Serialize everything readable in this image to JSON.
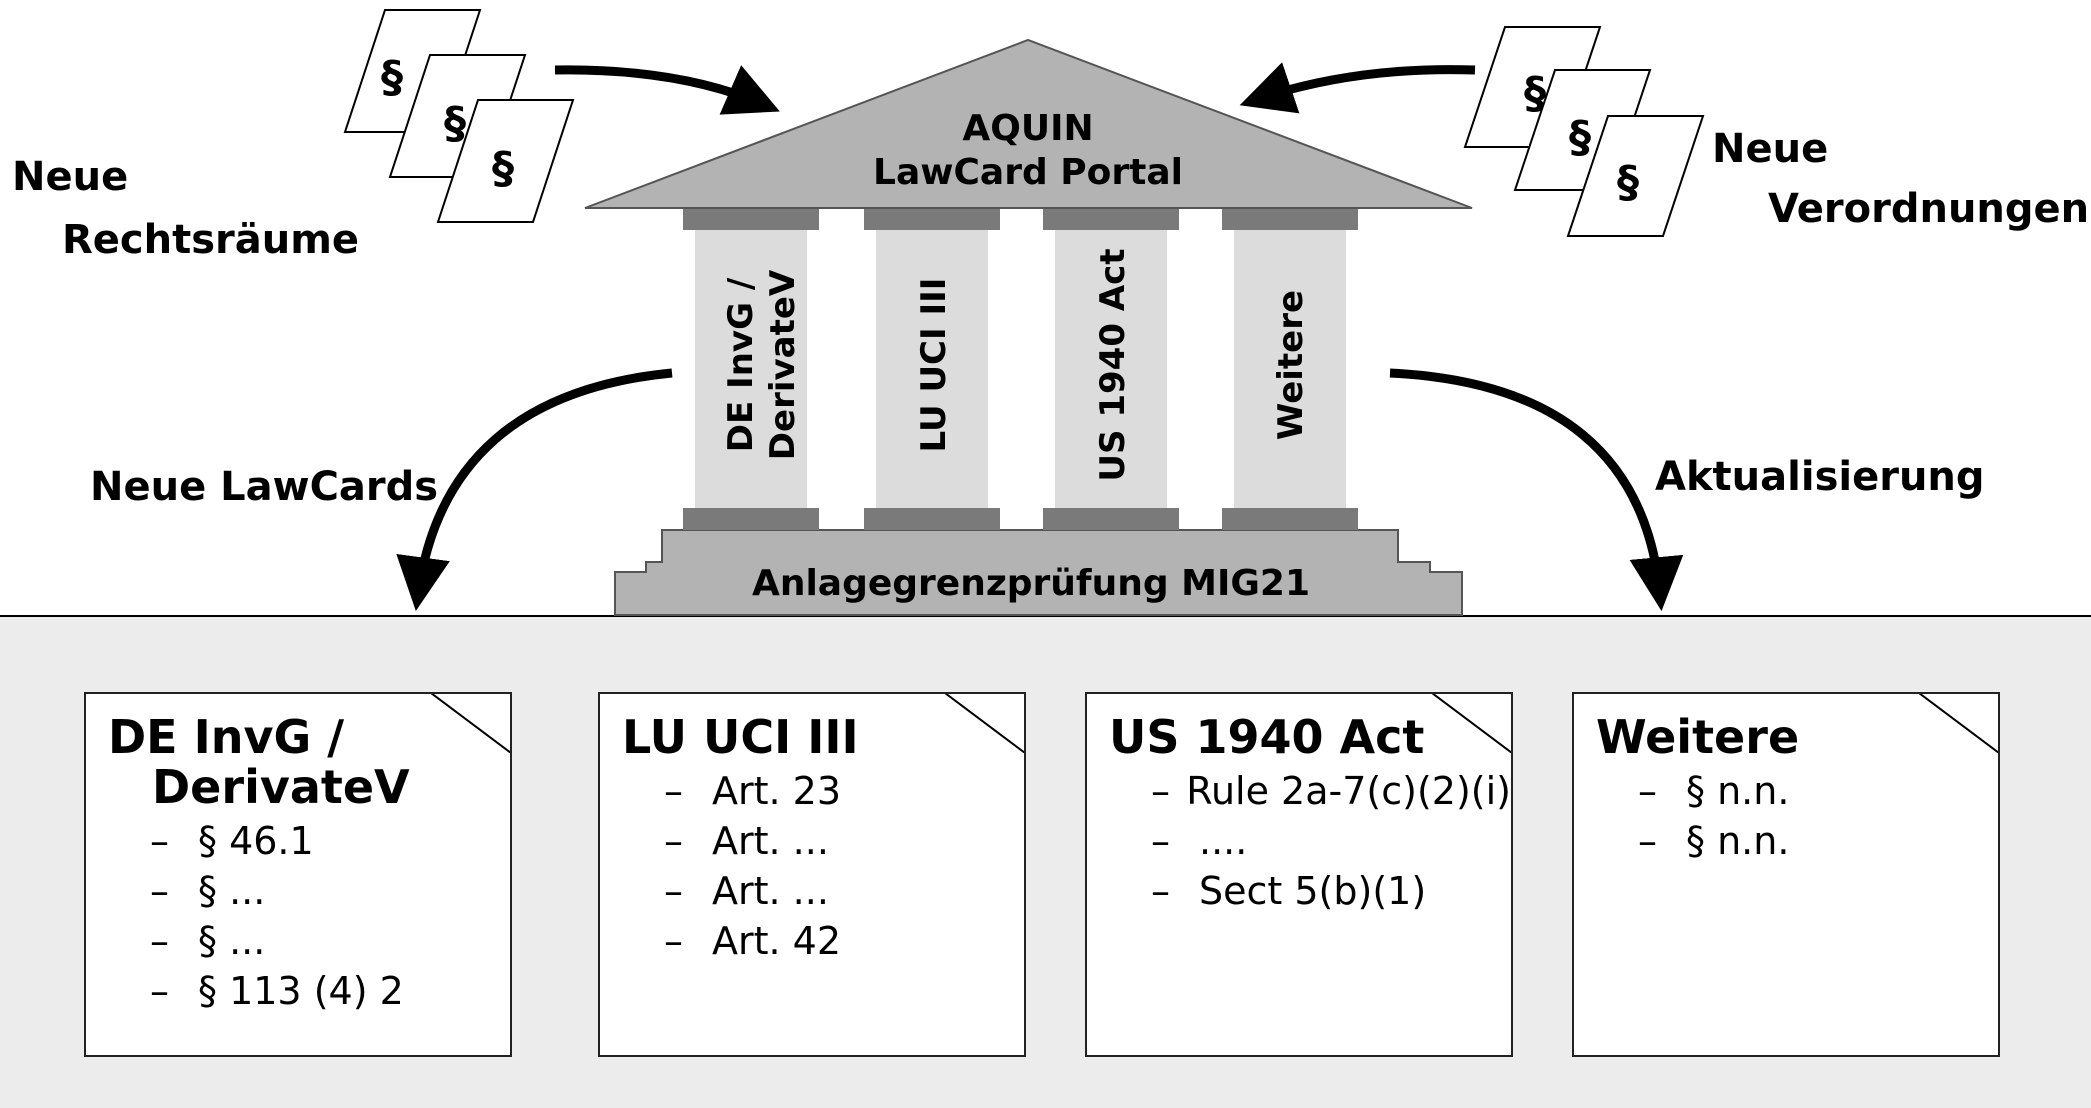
{
  "diagram": {
    "portal": {
      "line1": "AQUIN",
      "line2": "LawCard Portal"
    },
    "columns": [
      "DE InvG / DerivateV",
      "LU UCI III",
      "US 1940 Act",
      "Weitere"
    ],
    "base_label": "Anlagegrenzprüfung MIG21",
    "paragraph_symbol": "§",
    "left_inputs": {
      "line1": "Neue",
      "line2": "Rechtsräume"
    },
    "right_inputs": {
      "line1": "Neue",
      "line2": "Verordnungen"
    },
    "left_output": "Neue LawCards",
    "right_output": "Aktualisierung",
    "colors": {
      "roof": "#b3b3b3",
      "column": "#dcdcdc",
      "capital": "#7a7a7a",
      "base": "#b3b3b3",
      "cards_background": "#ececec"
    }
  },
  "cards": [
    {
      "title": "DE InvG /\nDerivateV",
      "items": [
        "§ 46.1",
        "§ ...",
        "§ ...",
        "§ 113 (4) 2"
      ]
    },
    {
      "title": "LU UCI III",
      "items": [
        "Art. 23",
        "Art. ...",
        "Art. ...",
        "Art. 42"
      ]
    },
    {
      "title": "US 1940 Act",
      "items": [
        "Rule 2a-7(c)(2)(i)",
        "....",
        "Sect 5(b)(1)"
      ]
    },
    {
      "title": "Weitere",
      "items": [
        "§ n.n.",
        "§ n.n."
      ]
    }
  ],
  "bullet": "–"
}
